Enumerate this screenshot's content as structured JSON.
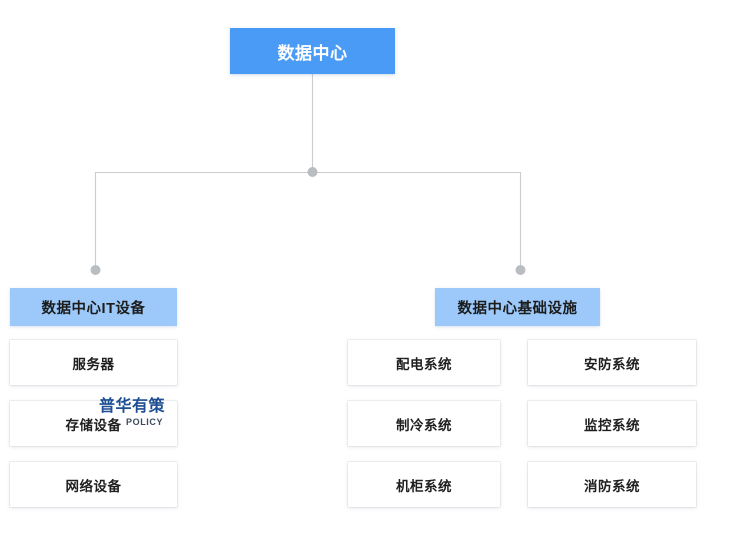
{
  "diagram": {
    "type": "tree-org-chart",
    "title": "数据中心",
    "root": {
      "label": "数据中心"
    },
    "branches": [
      {
        "label": "数据中心IT设备",
        "children": [
          {
            "label": "服务器"
          },
          {
            "label": "存储设备"
          },
          {
            "label": "网络设备"
          }
        ]
      },
      {
        "label": "数据中心基础设施",
        "children_column_1": [
          {
            "label": "配电系统"
          },
          {
            "label": "制冷系统"
          },
          {
            "label": "机柜系统"
          }
        ],
        "children_column_2": [
          {
            "label": "安防系统"
          },
          {
            "label": "监控系统"
          },
          {
            "label": "消防系统"
          }
        ]
      }
    ]
  },
  "watermark": {
    "chinese": "普华有策",
    "english": "POLICY"
  },
  "colors": {
    "root_fill": "#4a9bf5",
    "branch_fill": "#9cc9fa",
    "leaf_fill": "#ffffff",
    "connector": "#c9ccd1",
    "junction_dot": "#b0b4b9",
    "root_text": "#ffffff",
    "node_text": "#1f1f1f",
    "watermark_text": "#1e4f94",
    "background": "#ffffff"
  }
}
